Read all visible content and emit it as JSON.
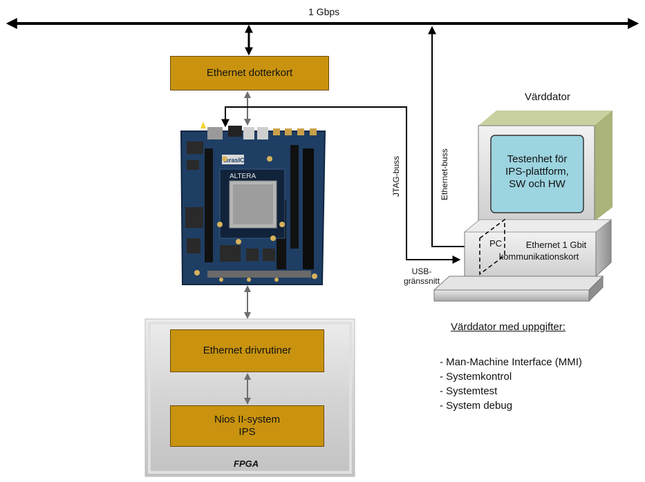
{
  "bus": {
    "label": "1 Gbps"
  },
  "ethernet_card": {
    "label": "Ethernet dotterkort"
  },
  "fpga": {
    "driver_label": "Ethernet drivrutiner",
    "nios_line1": "Nios II-system",
    "nios_line2": "IPS",
    "fpga_label": "FPGA"
  },
  "board": {
    "brand": "ALTERA",
    "logo": "terasIC"
  },
  "links": {
    "jtag": "JTAG-buss",
    "ethernet": "Ethernet-buss",
    "usb_line1": "USB-",
    "usb_line2": "gränssnitt"
  },
  "host": {
    "title": "Värddator",
    "screen_line1": "Testenhet för",
    "screen_line2": "IPS-plattform,",
    "screen_line3": "SW och HW",
    "pc_label": "PC",
    "card_line1": "Ethernet 1 Gbit",
    "card_line2": "kommunikationskort"
  },
  "tasks": {
    "heading": "Värddator med uppgifter:",
    "items": [
      "- Man-Machine Interface (MMI)",
      "- Systemkontrol",
      "- Systemtest",
      "- System debug"
    ]
  },
  "colors": {
    "gold": "#c9930f",
    "screen": "#9cd4e0",
    "monitor_side": "#a9b37a",
    "board": "#1f3e63"
  }
}
